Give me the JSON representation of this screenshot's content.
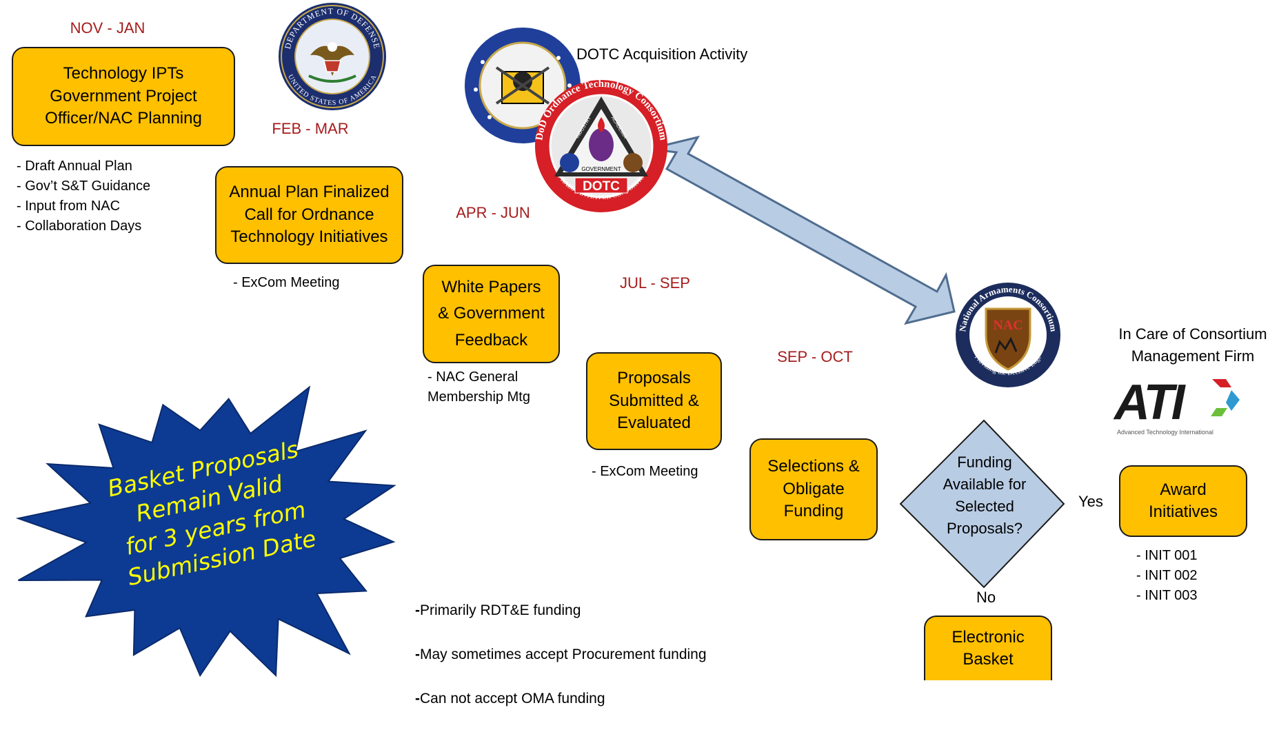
{
  "stages": {
    "nov_jan": {
      "period": "NOV - JAN",
      "lines": [
        "Technology IPTs",
        "Government Project",
        "Officer/NAC Planning"
      ],
      "notes": "- Draft Annual Plan\n- Gov’t S&T Guidance\n- Input from NAC\n- Collaboration Days"
    },
    "feb_mar": {
      "period": "FEB - MAR",
      "lines": [
        "Annual Plan Finalized",
        "Call for Ordnance",
        "Technology Initiatives"
      ],
      "notes": "- ExCom Meeting"
    },
    "apr_jun": {
      "period": "APR - JUN",
      "lines": [
        "White Papers",
        "& Government",
        "Feedback"
      ],
      "notes": "- NAC General\nMembership Mtg"
    },
    "jul_sep": {
      "period": "JUL - SEP",
      "lines": [
        "Proposals",
        "Submitted &",
        "Evaluated"
      ],
      "notes": "- ExCom Meeting"
    },
    "sep_oct": {
      "period": "SEP - OCT",
      "lines": [
        "Selections &",
        "Obligate",
        "Funding"
      ]
    }
  },
  "decision": {
    "lines": [
      "Funding",
      "Available for",
      "Selected",
      "Proposals?"
    ],
    "yes": "Yes",
    "no": "No"
  },
  "award": {
    "lines": [
      "Award",
      "Initiatives"
    ],
    "notes": "- INIT 001\n- INIT 002\n- INIT 003"
  },
  "basket": {
    "lines": [
      "Electronic",
      "Basket"
    ]
  },
  "dotc_label": "DOTC Acquisition Activity",
  "consortium_label": "In Care of Consortium\nManagement Firm",
  "ati": {
    "logo_text": "ATI",
    "tagline": "Advanced Technology International"
  },
  "funding_notes": [
    "Primarily RDT&E funding",
    "May sometimes accept Procurement funding",
    "Can not accept OMA funding"
  ],
  "starburst": {
    "lines": [
      "Basket Proposals",
      "Remain Valid",
      "for 3 years from",
      "Submission Date"
    ]
  },
  "seals": {
    "dod": {
      "top": "DEPARTMENT OF DEFENSE",
      "bottom": "UNITED STATES OF AMERICA"
    },
    "dotc": {
      "ring": "DoD Ordnance Technology Consortium",
      "motto": "PRAESTANTIA PER CONSORTIO",
      "center": "DOTC",
      "government": "GOVERNMENT",
      "industry": "INDUSTRY",
      "academia": "ACADEMIA"
    },
    "nac": {
      "ring": "National Armaments Consortium",
      "center": "NAC",
      "motto": "Providing the Decisive Edge"
    }
  },
  "colors": {
    "box": "#ffc000",
    "period": "#a61c1c",
    "diamond": "#b8cce4",
    "starburst": "#0d3b93",
    "starburst_text": "#ffff00",
    "arrow": "#b8cce4"
  }
}
